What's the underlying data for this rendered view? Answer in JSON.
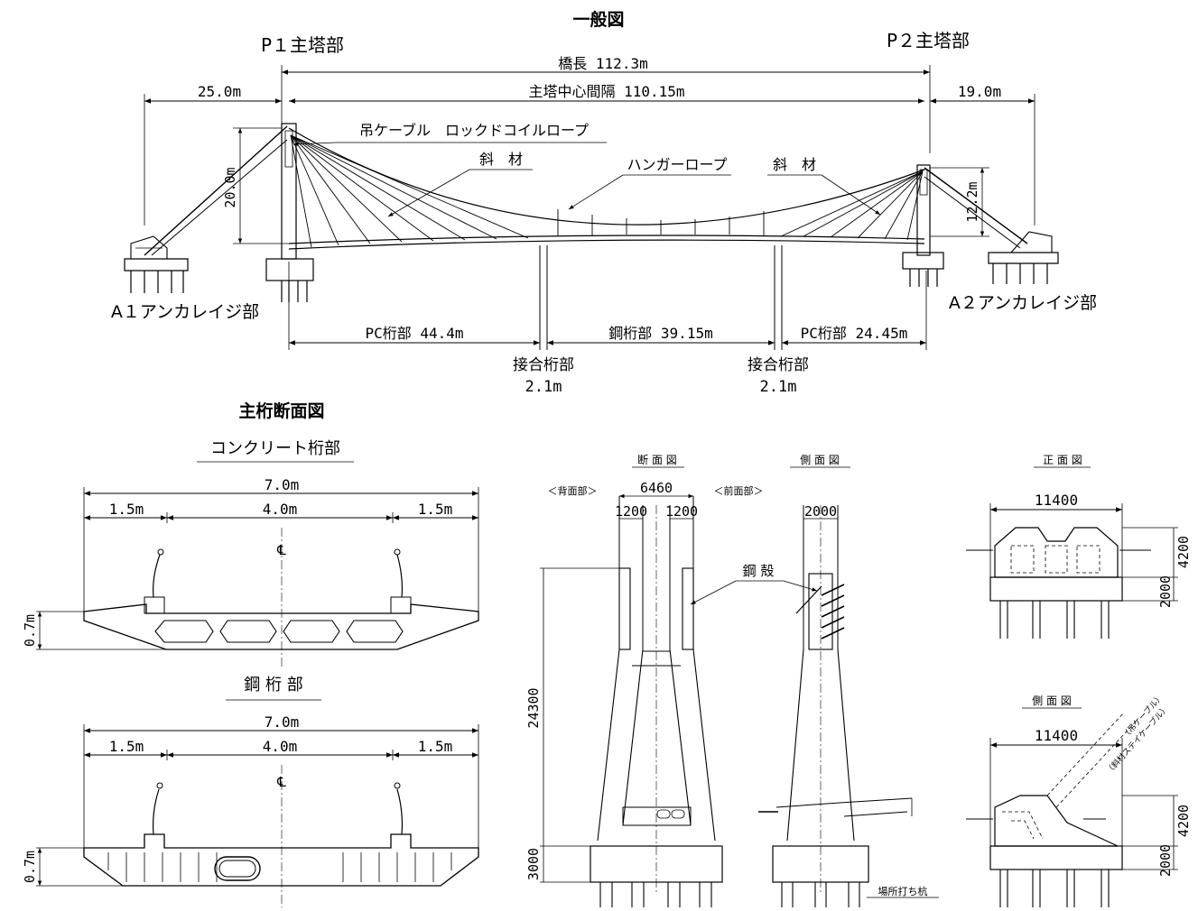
{
  "general": {
    "title": "一般図",
    "p1_label": "P１主塔部",
    "p2_label": "P２主塔部",
    "a1_label": "A１アンカレイジ部",
    "a2_label": "A２アンカレイジ部",
    "bridge_length": "橋長 112.3m",
    "tower_spacing": "主塔中心間隔 110.15m",
    "left_span": "25.0m",
    "right_span": "19.0m",
    "main_cable": "吊ケーブル　ロックドコイルロープ",
    "diagonal_left": "斜　材",
    "diagonal_right": "斜　材",
    "hanger": "ハンガーロープ",
    "left_height": "20.0m",
    "right_height": "12.2m",
    "pc_left": "PC桁部 44.4m",
    "steel": "鋼桁部 39.15m",
    "pc_right": "PC桁部 24.45m",
    "joint_left_name": "接合桁部",
    "joint_left_len": "2.1m",
    "joint_right_name": "接合桁部",
    "joint_right_len": "2.1m"
  },
  "girder": {
    "title": "主桁断面図",
    "concrete": {
      "name": "コンクリート桁部",
      "total": "7.0m",
      "left": "1.5m",
      "center": "4.0m",
      "right": "1.5m",
      "cl": "℄",
      "depth": "0.7m"
    },
    "steel": {
      "name": "鋼 桁 部",
      "total": "7.0m",
      "left": "1.5m",
      "center": "4.0m",
      "right": "1.5m",
      "cl": "℄",
      "depth": "0.7m"
    }
  },
  "tower": {
    "section_title": "断 面 図",
    "side_title": "側 面 図",
    "back_label": "＜背面部＞",
    "front_label": "＜前面部＞",
    "width": "6460",
    "left_col": "1200",
    "right_col": "1200",
    "side_width": "2000",
    "shell": "鋼 殻",
    "height": "24300",
    "footing": "3000",
    "pile": "場所打ち杭"
  },
  "anchorage": {
    "front_title": "正 面 図",
    "side_title": "側 面 図",
    "front_width": "11400",
    "front_upper": "4200",
    "front_lower": "2000",
    "side_width": "11400",
    "side_upper": "4200",
    "side_lower": "2000",
    "cable_main": "（吊ケーブル）",
    "cable_stay": "（斜材ステイケーブル）"
  }
}
